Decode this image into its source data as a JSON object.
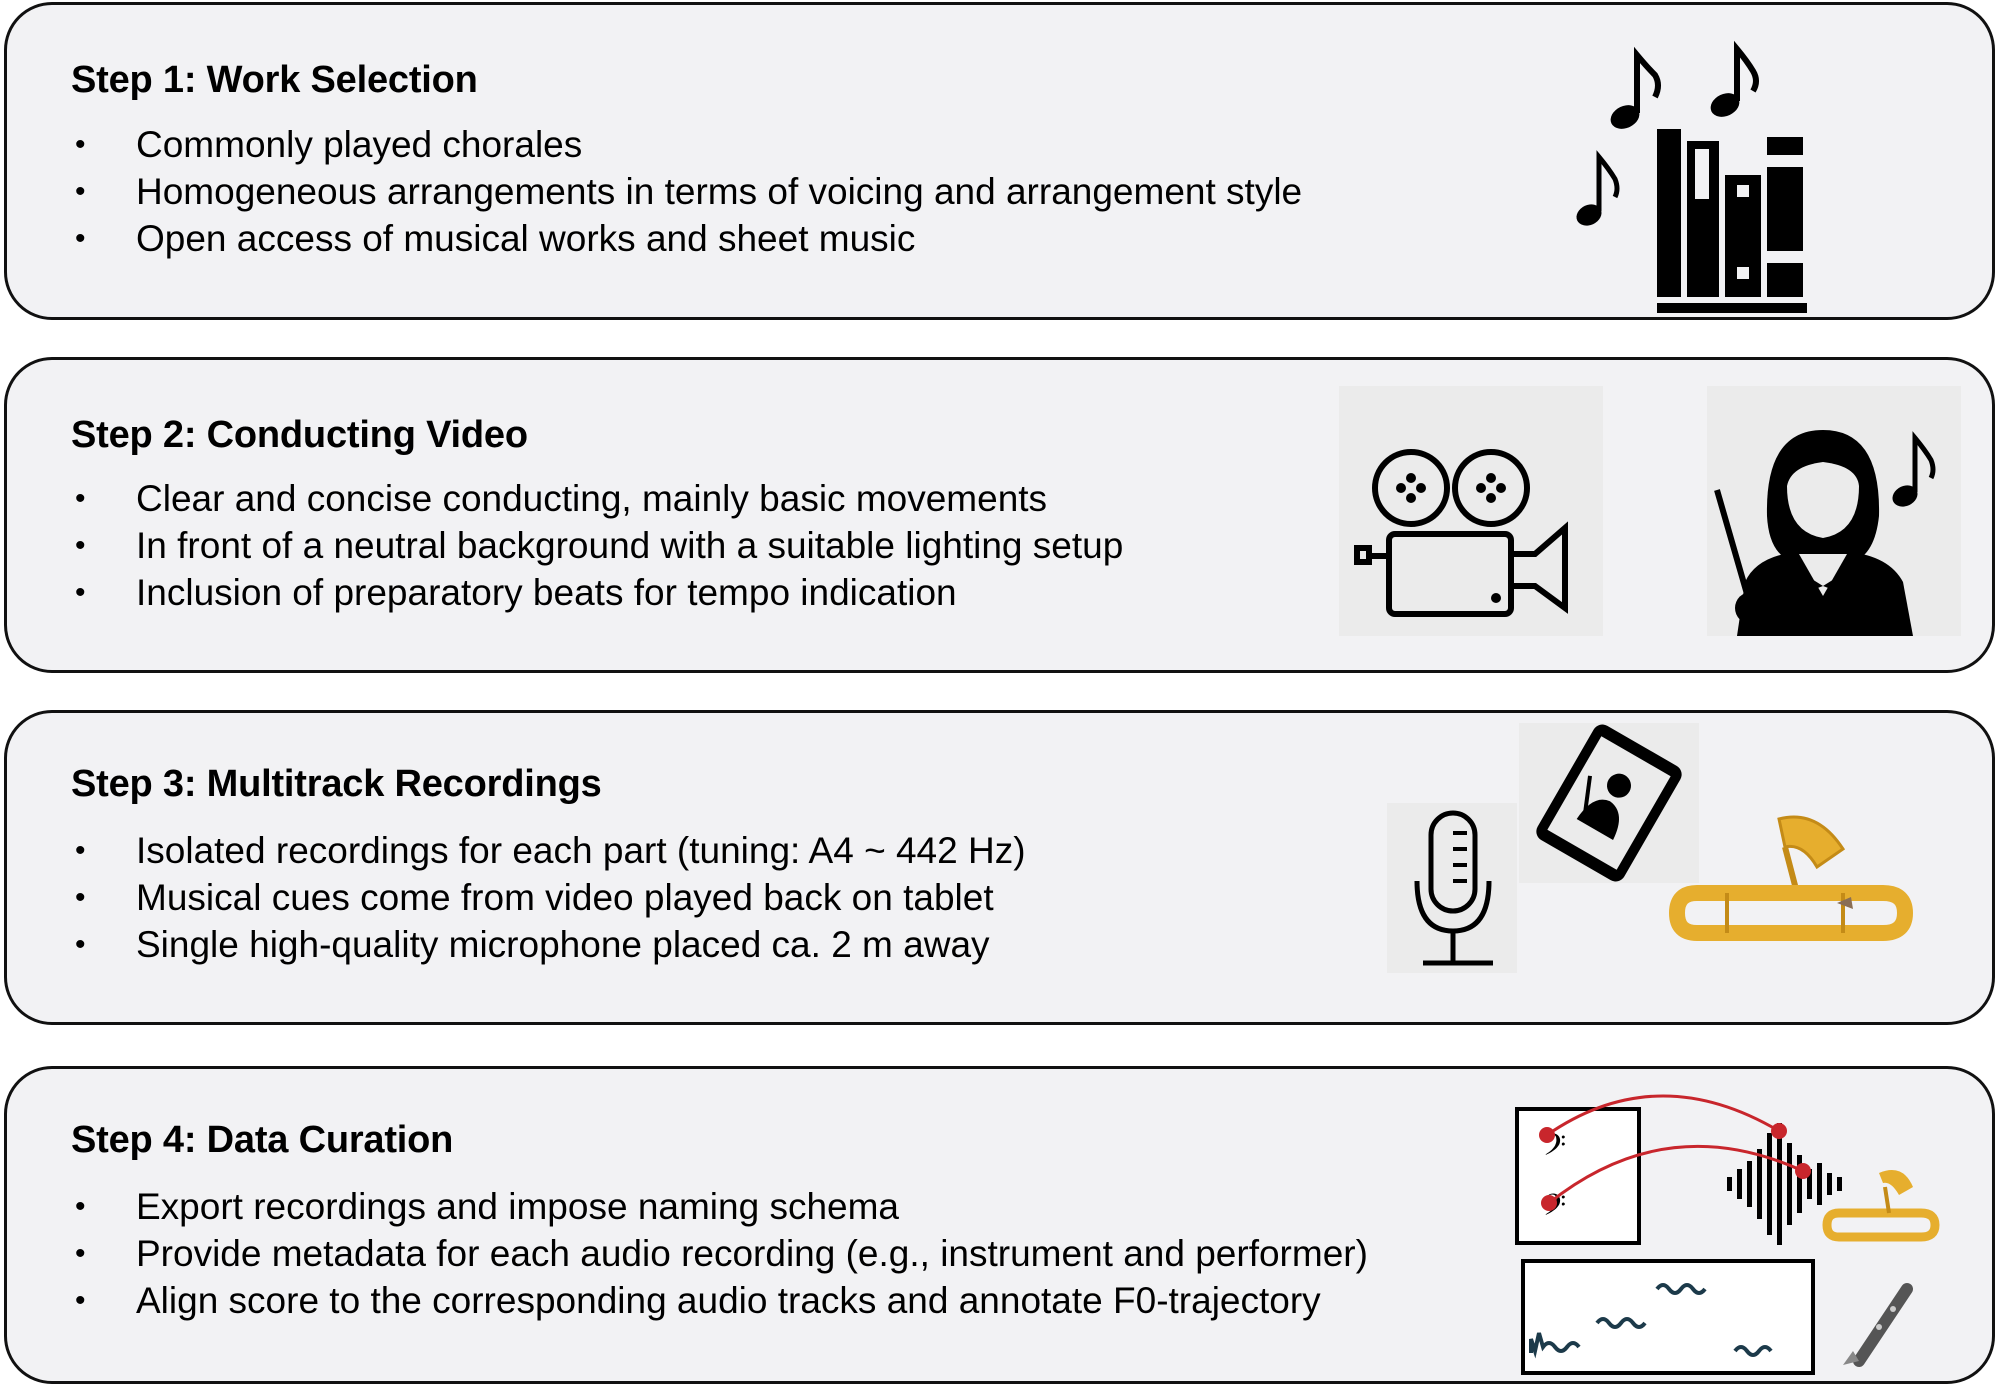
{
  "steps": [
    {
      "title": "Step 1: Work Selection",
      "bullets": [
        "Commonly played chorales",
        "Homogeneous arrangements in terms of voicing and arrangement style",
        "Open access of musical works and sheet music"
      ],
      "icons": [
        "music-library-icon"
      ]
    },
    {
      "title": "Step 2: Conducting Video",
      "bullets": [
        "Clear and concise conducting, mainly basic movements",
        "In front of a neutral background with a suitable lighting setup",
        "Inclusion of preparatory beats for tempo indication"
      ],
      "icons": [
        "film-camera-icon",
        "conductor-icon"
      ]
    },
    {
      "title": "Step 3: Multitrack Recordings",
      "bullets": [
        "Isolated recordings for each part (tuning: A4 ~ 442 Hz)",
        "Musical cues come from video played back on tablet",
        "Single high-quality microphone placed ca. 2 m away"
      ],
      "icons": [
        "microphone-icon",
        "tablet-icon",
        "trombone-icon"
      ]
    },
    {
      "title": "Step 4: Data Curation",
      "bullets": [
        "Export recordings and impose naming schema",
        "Provide metadata for each audio recording (e.g., instrument and performer)",
        "Align score to the corresponding audio tracks and annotate F0-trajectory"
      ],
      "icons": [
        "score-alignment-icon",
        "waveform-icon",
        "trombone-icon",
        "f0-trajectory-icon",
        "clarinet-icon"
      ]
    }
  ],
  "bullet_char": "•",
  "colors": {
    "box_fill": "#f2f2f4",
    "box_border": "#111111",
    "brass": "#e6ae2e",
    "alignment_red": "#c8262c",
    "trajectory_blue": "#1c3a4a"
  }
}
